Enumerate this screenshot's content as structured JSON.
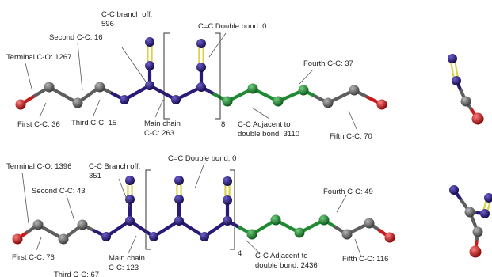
{
  "colors": {
    "carbon": "#5e5e5e",
    "oxygen": "#c81a1a",
    "backbone": "#2a1a78",
    "green": "#1f8a32",
    "double_bond": "#d8d24a",
    "leader": "#555555",
    "bracket": "#333333"
  },
  "top": {
    "terminal_co": "Terminal C-O: 1267",
    "second_cc": "Second C-C: 16",
    "branch_off_line1": "C-C branch off:",
    "branch_off_line2": "596",
    "double_bond": "C=C Double bond: 0",
    "fourth_cc": "Fourth C-C: 37",
    "first_cc": "First C-C: 36",
    "third_cc": "Third C-C: 15",
    "main_chain_line1": "Main chain",
    "main_chain_line2": "C-C: 263",
    "repeat": "8",
    "adjacent_line1": "C-C Adjacent to",
    "adjacent_line2": "double bond: 3110",
    "fifth_cc": "Fifth C-C: 70"
  },
  "bottom": {
    "terminal_co": "Terminal C-O: 1396",
    "second_cc": "Second C-C: 43",
    "branch_off_line1": "C-C Branch off:",
    "branch_off_line2": "351",
    "double_bond": "C=C Double bond: 0",
    "fourth_cc": "Fourth C-C: 49",
    "first_cc": "First C-C: 76",
    "third_cc": "Third C-C: 67",
    "main_chain_line1": "Main chain",
    "main_chain_line2": "C-C: 123",
    "repeat": "4",
    "adjacent_line1": "C-C Adjacent to",
    "adjacent_line2": "double bond: 2436",
    "fifth_cc": "Fifth C-C: 116"
  }
}
